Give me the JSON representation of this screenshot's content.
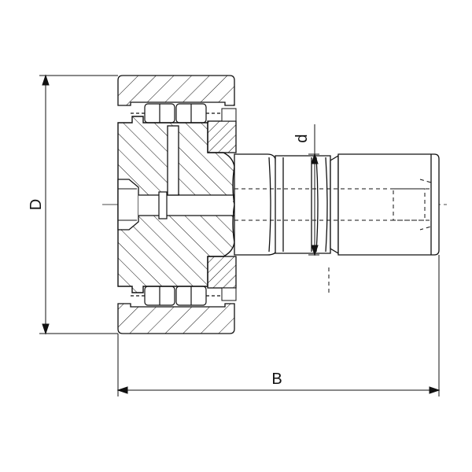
{
  "drawing": {
    "title": "",
    "dimensions": {
      "outer_diameter_label": "D",
      "stud_diameter_label": "d",
      "overall_width_label": "B"
    },
    "colors": {
      "line": "#111111",
      "hatch": "#111111",
      "background": "#ffffff"
    }
  }
}
